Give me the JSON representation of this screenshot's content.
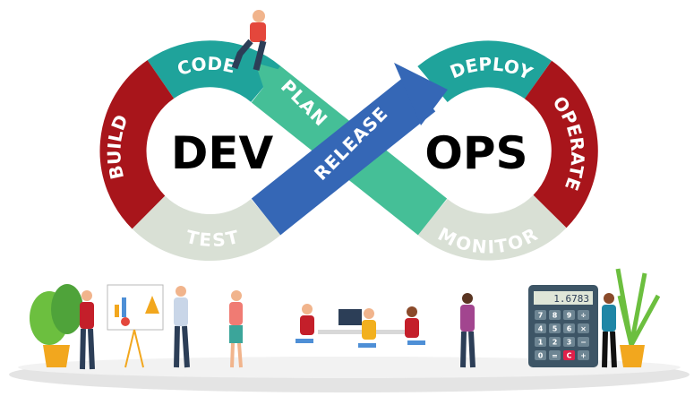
{
  "loop": {
    "left_title": "DEV",
    "right_title": "OPS",
    "stages": {
      "code": "CODE",
      "build": "BUILD",
      "test": "TEST",
      "plan": "PLAN",
      "release": "RELEASE",
      "deploy": "DEPLOY",
      "operate": "OPERATE",
      "monitor": "MONITOR"
    },
    "colors": {
      "teal": "#1fa39b",
      "dark_red": "#a8151b",
      "light_grey": "#d9e0d5",
      "green": "#45bf97",
      "blue": "#3567b6"
    }
  },
  "calculator": {
    "display": "1.6783",
    "keys": [
      "7",
      "8",
      "9",
      "÷",
      "4",
      "5",
      "6",
      "×",
      "1",
      "2",
      "3",
      "−",
      "0",
      "=",
      "C",
      "+"
    ]
  }
}
